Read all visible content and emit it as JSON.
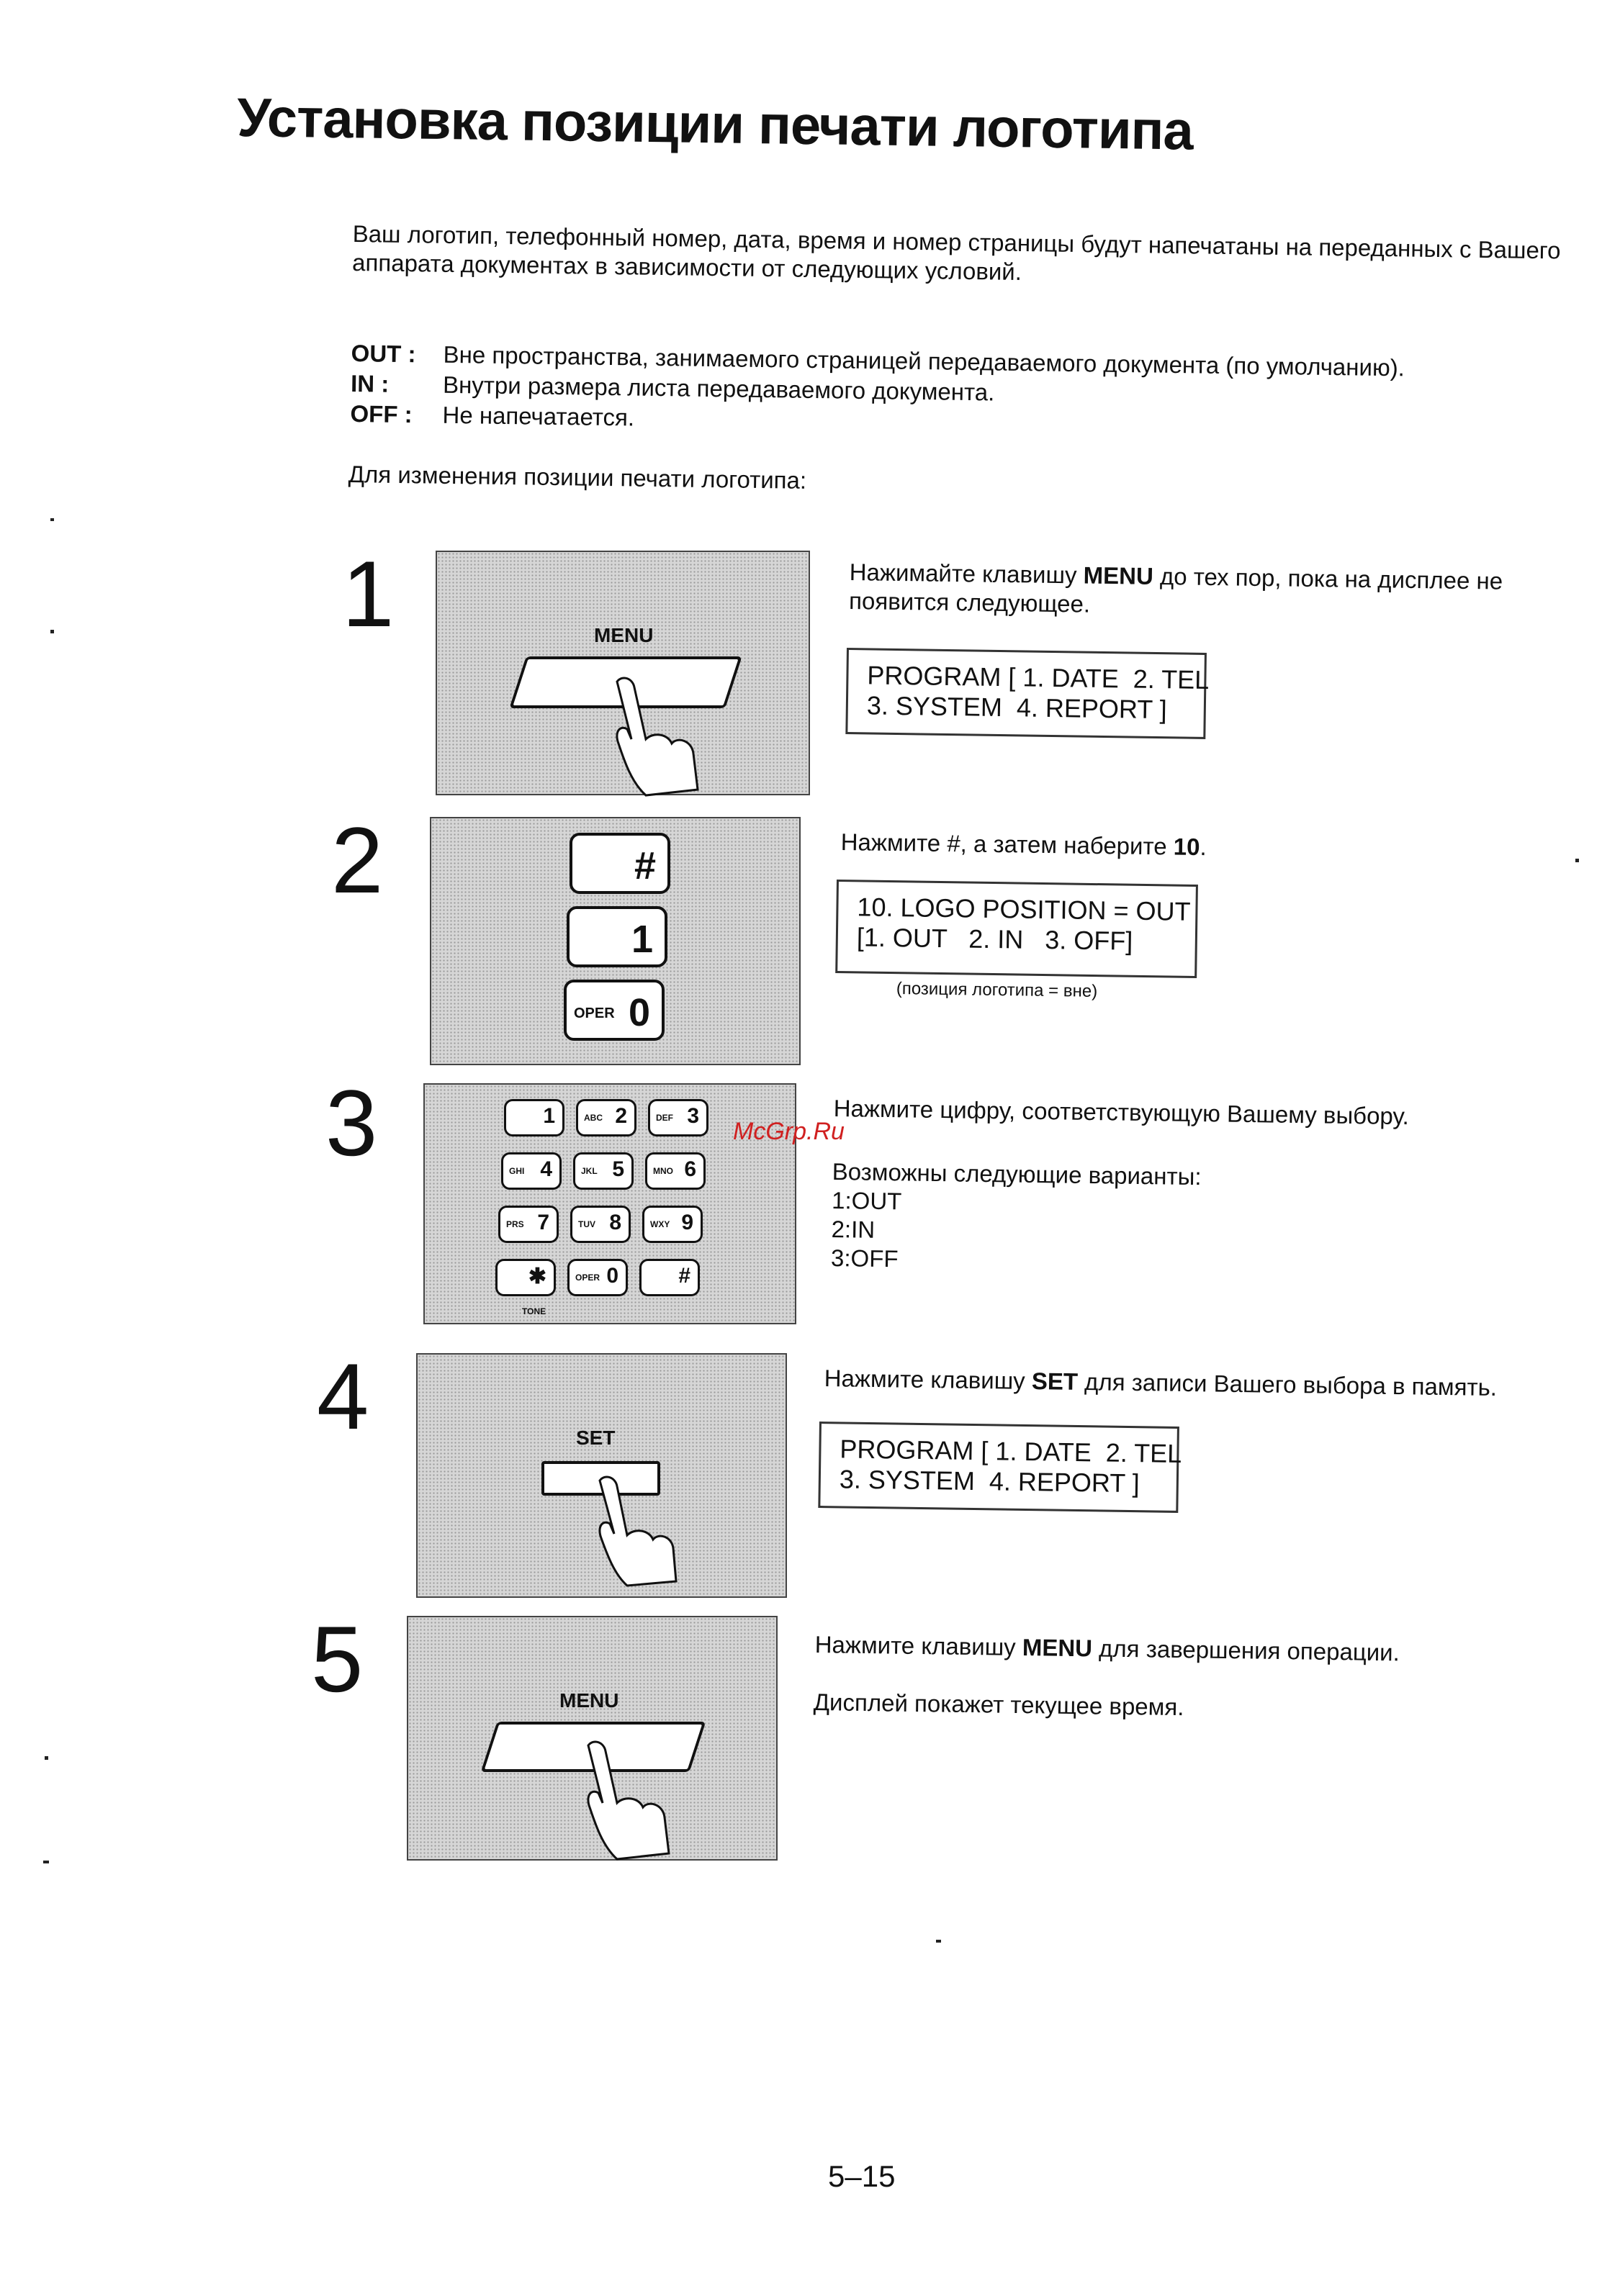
{
  "title": "Установка позиции печати логотипа",
  "intro": "Ваш логотип, телефонный номер, дата, время и номер страницы будут напечатаны на переданных с Вашего аппарата документах в зависимости от следующих условий.",
  "options": [
    {
      "key": "OUT :",
      "text": "Вне пространства, занимаемого страницей передаваемого документа (по умолчанию)."
    },
    {
      "key": "IN :",
      "text": "Внутри размера листа передаваемого документа."
    },
    {
      "key": "OFF :",
      "text": "Не напечатается."
    }
  ],
  "lead": "Для изменения позиции печати логотипа:",
  "steps": [
    {
      "number": "1",
      "text_a": "Нажимайте клавишу ",
      "text_b": "MENU",
      "text_c": " до тех пор, пока на дисплее не появится следующее.",
      "lcd": "PROGRAM [ 1. DATE  2. TEL\n3. SYSTEM  4. REPORT ]",
      "key_label": "MENU"
    },
    {
      "number": "2",
      "text_a": "Нажмите #, а затем наберите ",
      "text_b": "10",
      "text_c": ".",
      "lcd": "10. LOGO POSITION = OUT\n[1. OUT   2. IN   3. OFF]",
      "caption": "(позиция логотипа = вне)",
      "keys": [
        "#",
        "1",
        "0"
      ],
      "oper": "OPER"
    },
    {
      "number": "3",
      "text": "Нажмите цифру, соответствующую Вашему выбору.",
      "text2": "Возможны следующие варианты:",
      "choices": [
        "1:OUT",
        "2:IN",
        "3:OFF"
      ],
      "keypad": [
        {
          "sub": "",
          "main": "1"
        },
        {
          "sub": "ABC",
          "main": "2"
        },
        {
          "sub": "DEF",
          "main": "3"
        },
        {
          "sub": "GHI",
          "main": "4"
        },
        {
          "sub": "JKL",
          "main": "5"
        },
        {
          "sub": "MNO",
          "main": "6"
        },
        {
          "sub": "PRS",
          "main": "7"
        },
        {
          "sub": "TUV",
          "main": "8"
        },
        {
          "sub": "WXY",
          "main": "9"
        },
        {
          "sub": "",
          "main": "✱"
        },
        {
          "sub": "OPER",
          "main": "0"
        },
        {
          "sub": "",
          "main": "#"
        }
      ],
      "tone": "TONE"
    },
    {
      "number": "4",
      "text_a": "Нажмите клавишу ",
      "text_b": "SET",
      "text_c": " для записи Вашего выбора в память.",
      "lcd": "PROGRAM [ 1. DATE  2. TEL\n3. SYSTEM  4. REPORT ]",
      "key_label": "SET"
    },
    {
      "number": "5",
      "text_a": "Нажмите клавишу ",
      "text_b": "MENU",
      "text_c": " для завершения операции.",
      "text2": "Дисплей покажет текущее время.",
      "key_label": "MENU"
    }
  ],
  "watermark": "McGrp.Ru",
  "page_number": "5–15"
}
